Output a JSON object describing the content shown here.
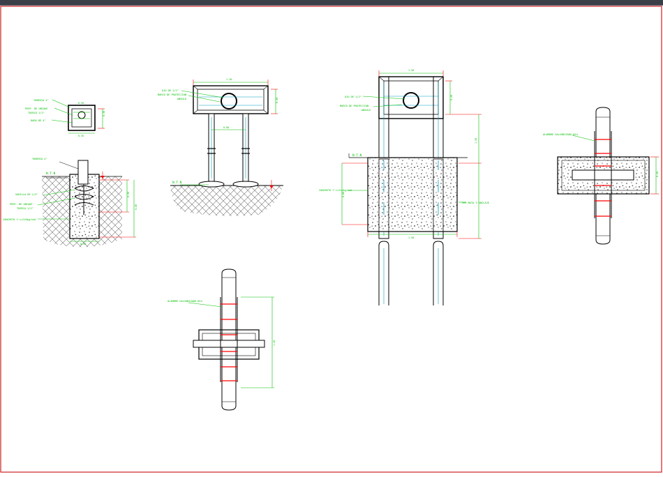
{
  "window": {
    "title_bar": ""
  },
  "labels": {
    "tuberia_top": "TUBERIA 4\"",
    "perf_ubique_top": "PERF. DE UBIQUE",
    "tuerca_top": "TUERCA 1/2\"",
    "dado_top": "DADO DE 4\"",
    "tuberia_left": "TUBERIA 4\"",
    "ntn_left": "N.T.N",
    "varilla": "VARILLA DE 1/2\"",
    "perf_ubique_left": "PERF. DE UBIQUE",
    "tuerca_left": "TUERCA 1/2\"",
    "concreto_left": "CONCRETO f'c=210kg/cm2",
    "ojo_left": "OJO DE 1/2\"",
    "marco_left": "MARCO DE PROTECCION",
    "angulo_left": "ANGULO",
    "ntn_mid": "N.T.N",
    "alambre_bottom": "ALAMBRE GALVANIZADO Ø14",
    "ojo_right": "OJO DE 1/2\"",
    "marco_right": "MARCO DE PROTECCION",
    "angulo_right": "ANGULO",
    "ntn_right": "N.T.N",
    "concreto_right": "CONCRETO f'c=210kg/cm2",
    "ver_nota": "VER NOTA 3 ANCLAJE",
    "alambre_right": "ALAMBRE GALVANIZADO Ø14"
  },
  "dimensions": {
    "top_w": "0.30",
    "top_h": "0.30",
    "top_b": "0.35",
    "left_h1": "0.50",
    "left_h2": "0.80",
    "left_w": "0.30",
    "mid_w": "1.20",
    "mid_h": "0.40",
    "mid_inner": "0.80",
    "right_w": "1.50",
    "right_h1": "0.40",
    "right_h2": "1.30",
    "right_base": "1.50",
    "right_depth": "0.80",
    "bottom_h": "1.20",
    "farright_h": "0.40"
  },
  "colors": {
    "background": "#ffffff",
    "frame": "#cc2222",
    "outline": "#000000",
    "annotation": "#00c000",
    "cyan_line": "#00a0c0",
    "dimension": "#ff0000"
  }
}
